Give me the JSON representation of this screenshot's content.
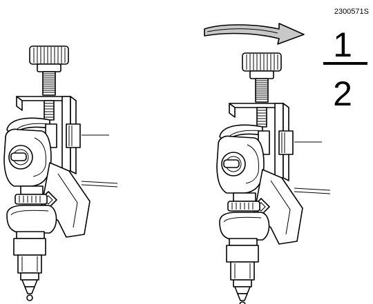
{
  "figure": {
    "reference_code": "2300571S",
    "fraction_numerator": "1",
    "fraction_denominator": "2"
  },
  "panels": [
    {
      "name": "injector-tool-before-turn"
    },
    {
      "name": "injector-tool-after-half-turn"
    }
  ],
  "icons": {
    "rotation_arrow": "curved-rotation-arrow-icon"
  },
  "colors": {
    "line": "#000000",
    "background": "#ffffff",
    "rotation_arrow_fill": "#c8c8c8"
  }
}
